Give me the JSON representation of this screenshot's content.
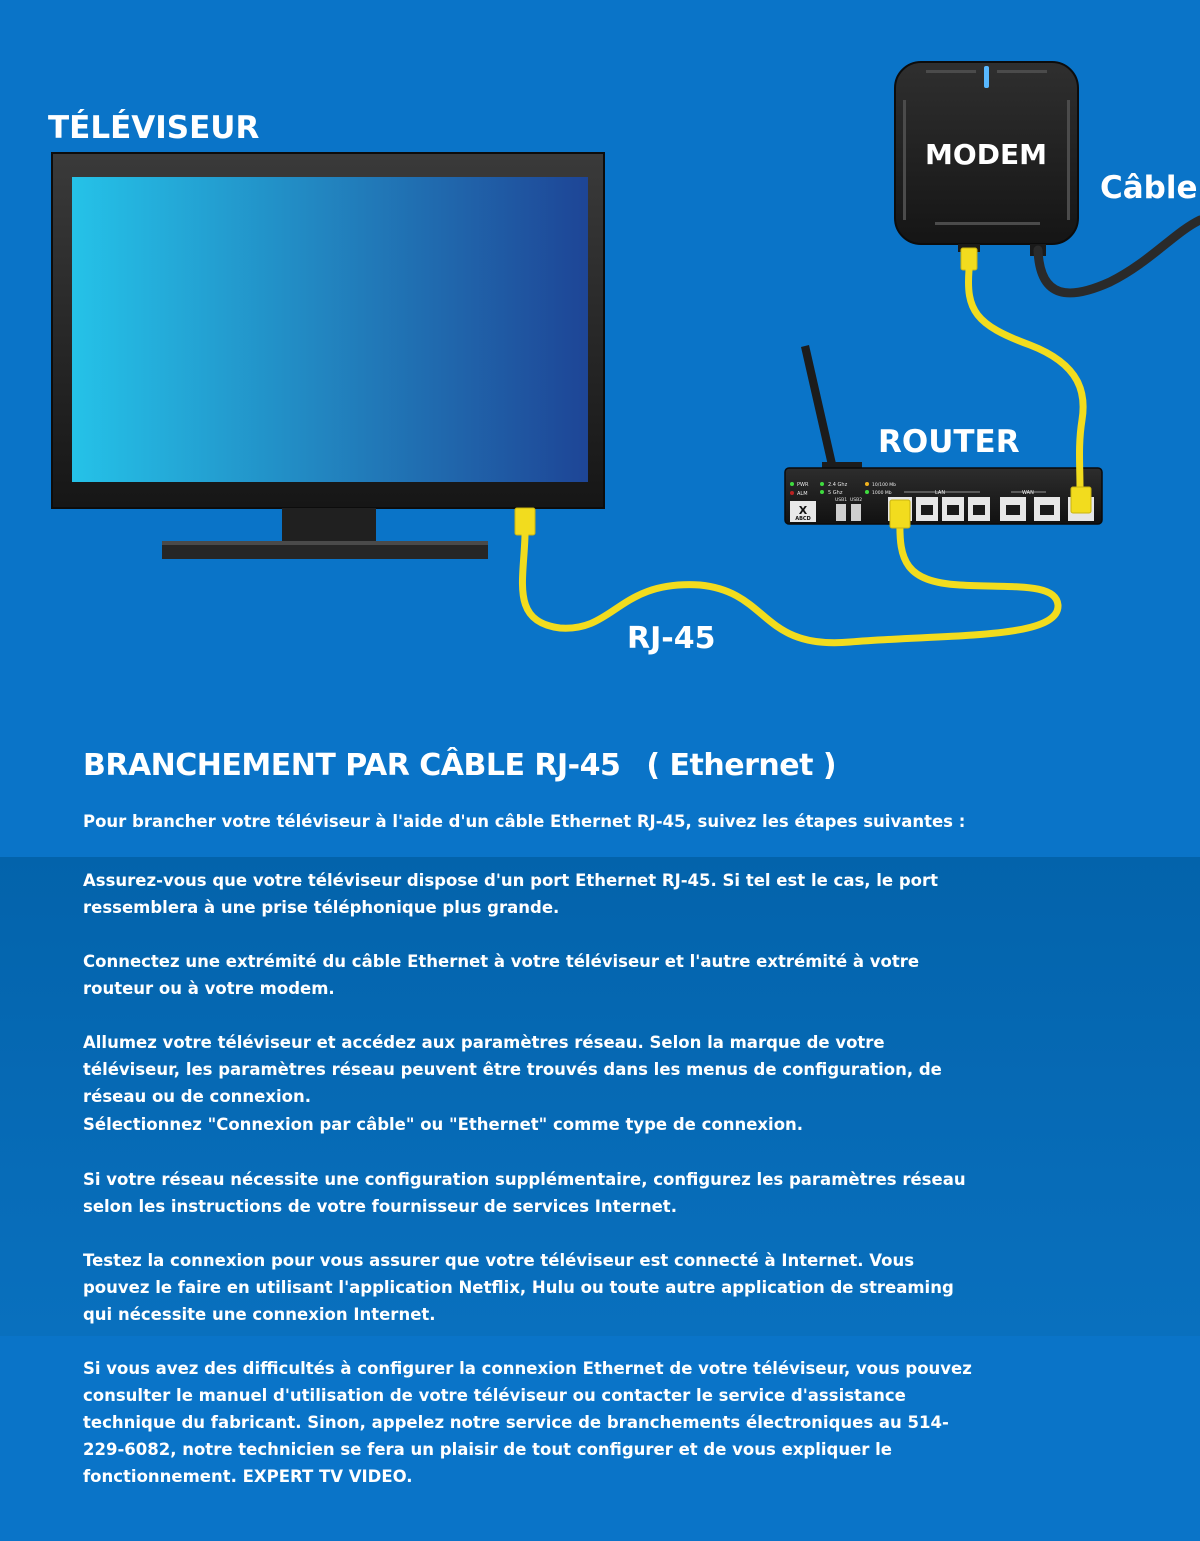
{
  "diagram": {
    "tv_label": "TÉLÉVISEUR",
    "modem_label": "MODEM",
    "cable_label": "Câble",
    "router_label": "ROUTER",
    "rj45_label": "RJ-45",
    "router_brand_letter": "X",
    "router_brand_name": "ABCD",
    "router_status_pwr": "PWR",
    "router_status_alm": "ALM",
    "router_band_24": "2.4 Ghz",
    "router_band_5": "5 Ghz",
    "router_usb1": "USB1",
    "router_usb2": "USB2",
    "router_speed_1": "10/100 Mb",
    "router_speed_2": "1000 Mb",
    "router_lan_label": "LAN",
    "router_wan_label": "WAN"
  },
  "content": {
    "heading": "BRANCHEMENT PAR CÂBLE RJ-45",
    "heading_sub": "( Ethernet )",
    "intro": "Pour brancher votre téléviseur à l'aide d'un câble Ethernet RJ-45, suivez les étapes suivantes :",
    "steps": [
      "Assurez-vous que votre téléviseur dispose d'un port Ethernet RJ-45. Si tel est le cas, le port ressemblera à une prise téléphonique plus grande.",
      "Connectez une extrémité du câble Ethernet à votre téléviseur et l'autre extrémité à votre routeur ou à votre modem.",
      "Allumez votre téléviseur et accédez aux paramètres réseau. Selon la marque de votre téléviseur, les paramètres réseau peuvent être trouvés dans les menus de configuration, de réseau ou de connexion.",
      "Sélectionnez \"Connexion par câble\" ou \"Ethernet\" comme type de connexion.",
      "Si votre réseau nécessite une configuration supplémentaire, configurez les paramètres réseau selon les instructions de votre fournisseur de services Internet.",
      "Testez la connexion pour vous assurer que votre téléviseur est connecté à Internet. Vous pouvez le faire en utilisant l'application Netflix, Hulu ou toute autre application de streaming qui nécessite une connexion Internet."
    ],
    "closing": "Si vous avez des difficultés à configurer la connexion Ethernet de votre téléviseur, vous pouvez consulter le manuel d'utilisation de votre téléviseur ou contacter le service d'assistance technique du fabricant. Sinon, appelez notre service de branchements électroniques au 514-229-6082, notre technicien se fera un plaisir de tout configurer et de vous expliquer le fonctionnement. EXPERT TV VIDEO."
  },
  "colors": {
    "background": "#0a74c8",
    "band": "#0363ab",
    "cable_yellow": "#f2dc1e",
    "screen_light": "#25c2e8",
    "screen_dark": "#1e4596",
    "device_black": "#222222"
  }
}
